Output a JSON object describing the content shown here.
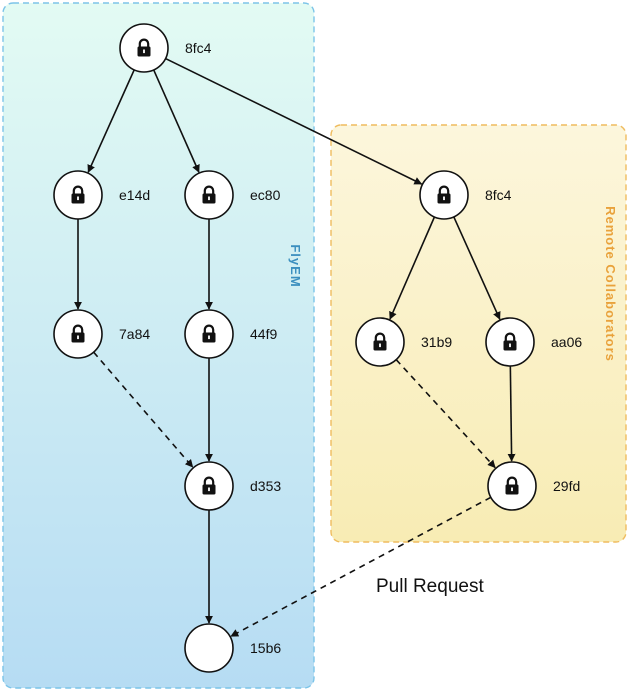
{
  "regions": {
    "flyem": {
      "label": "FlyEM",
      "color": "#3b8fbf"
    },
    "remote": {
      "label": "Remote Collaborators",
      "color": "#e9a23b"
    }
  },
  "pull_request": {
    "label": "Pull Request"
  },
  "nodes": [
    {
      "id": "n1",
      "label": "8fc4",
      "locked": true
    },
    {
      "id": "n2",
      "label": "e14d",
      "locked": true
    },
    {
      "id": "n3",
      "label": "ec80",
      "locked": true
    },
    {
      "id": "n4",
      "label": "7a84",
      "locked": true
    },
    {
      "id": "n5",
      "label": "44f9",
      "locked": true
    },
    {
      "id": "n6",
      "label": "d353",
      "locked": true
    },
    {
      "id": "n7",
      "label": "15b6",
      "locked": false
    },
    {
      "id": "n8",
      "label": "8fc4",
      "locked": true
    },
    {
      "id": "n9",
      "label": "31b9",
      "locked": true
    },
    {
      "id": "n10",
      "label": "aa06",
      "locked": true
    },
    {
      "id": "n11",
      "label": "29fd",
      "locked": true
    }
  ],
  "edges": [
    {
      "from": "n1",
      "to": "n2",
      "style": "solid"
    },
    {
      "from": "n1",
      "to": "n3",
      "style": "solid"
    },
    {
      "from": "n1",
      "to": "n8",
      "style": "solid"
    },
    {
      "from": "n2",
      "to": "n4",
      "style": "solid"
    },
    {
      "from": "n3",
      "to": "n5",
      "style": "solid"
    },
    {
      "from": "n4",
      "to": "n6",
      "style": "dashed"
    },
    {
      "from": "n5",
      "to": "n6",
      "style": "solid"
    },
    {
      "from": "n6",
      "to": "n7",
      "style": "solid"
    },
    {
      "from": "n8",
      "to": "n9",
      "style": "solid"
    },
    {
      "from": "n8",
      "to": "n10",
      "style": "solid"
    },
    {
      "from": "n9",
      "to": "n11",
      "style": "dashed"
    },
    {
      "from": "n10",
      "to": "n11",
      "style": "solid"
    },
    {
      "from": "n11",
      "to": "n7",
      "style": "dashed"
    }
  ],
  "icons": {
    "locked": "lock-icon"
  }
}
